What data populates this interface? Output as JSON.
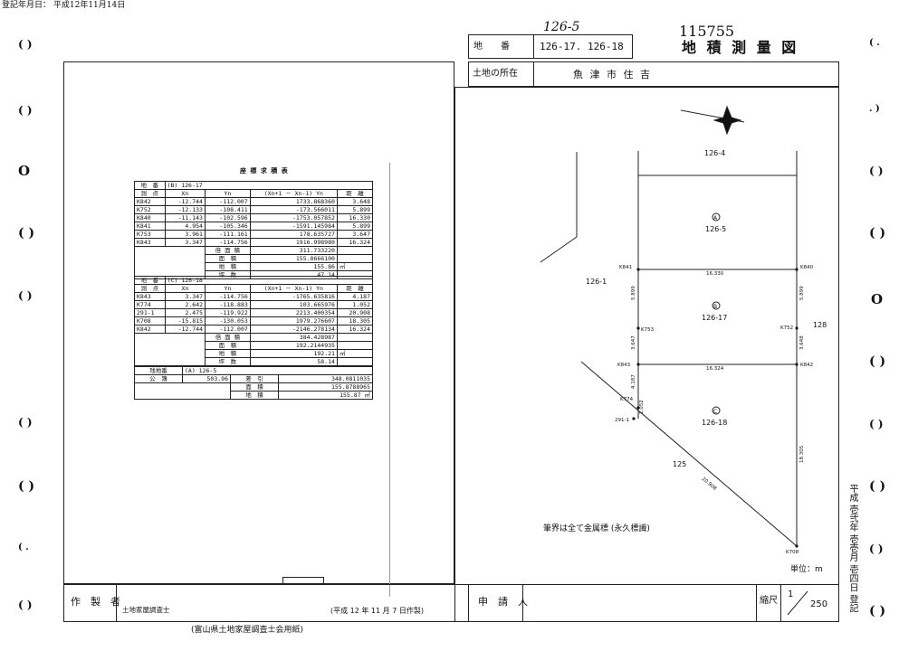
{
  "header": {
    "registration_date": "登記年月日： 平成12年11月14日",
    "handwritten_lot": "126-5",
    "doc_number": "115755",
    "doc_title": "地 積 測 量 図"
  },
  "title_block": {
    "lot_label": "地　　番",
    "lot_value": "126-17. 126-18",
    "location_label": "土地の所在",
    "location_value": "魚 津 市 住 吉"
  },
  "table_caption": "座 標 求 積 表",
  "table_a": {
    "parcel_label": "地　番",
    "parcel_marker": "B",
    "parcel_value": "126-17",
    "headers": [
      "測　点",
      "Xn",
      "Yn",
      "(Xn+1 － Xn-1) Yn",
      "距　離"
    ],
    "rows": [
      [
        "K842",
        "-12.744",
        "-112.007",
        "1733.868360",
        "3.648"
      ],
      [
        "K752",
        "-12.133",
        "-108.411",
        "-173.566011",
        "5.899"
      ],
      [
        "K840",
        "-11.143",
        "-102.596",
        "-1753.057852",
        "16.330"
      ],
      [
        "K841",
        "4.954",
        "-105.346",
        "-1591.145984",
        "5.899"
      ],
      [
        "K753",
        "3.961",
        "-111.161",
        "178.635727",
        "3.647"
      ],
      [
        "K843",
        "3.347",
        "-114.756",
        "1916.998980",
        "16.324"
      ]
    ],
    "summary": [
      [
        "倍 面 積",
        "311.733220",
        ""
      ],
      [
        "面　積",
        "155.8666100",
        ""
      ],
      [
        "地　積",
        "155.86",
        "㎡"
      ],
      [
        "坪　数",
        "47.14",
        ""
      ]
    ]
  },
  "table_b": {
    "parcel_label": "地　番",
    "parcel_marker": "C",
    "parcel_value": "126-18",
    "headers": [
      "測　点",
      "Xn",
      "Yn",
      "(Xn+1 － Xn-1) Yn",
      "距　離"
    ],
    "rows": [
      [
        "K843",
        "3.347",
        "-114.756",
        "-1765.635816",
        "4.187"
      ],
      [
        "K774",
        "2.642",
        "-118.883",
        "103.665976",
        "1.052"
      ],
      [
        "291-1",
        "2.475",
        "-119.922",
        "2213.400354",
        "20.908"
      ],
      [
        "K708",
        "-15.815",
        "-130.053",
        "1979.276607",
        "18.305"
      ],
      [
        "K842",
        "-12.744",
        "-112.007",
        "-2146.278134",
        "16.324"
      ]
    ],
    "summary": [
      [
        "倍 面 積",
        "384.428987",
        ""
      ],
      [
        "面　積",
        "192.2144935",
        ""
      ],
      [
        "地　積",
        "192.21",
        "㎡"
      ],
      [
        "坪　数",
        "58.14",
        ""
      ]
    ]
  },
  "table_c": {
    "parcel_label": "残地番",
    "parcel_marker": "A",
    "parcel_value": "126-5",
    "public_label": "公　簿",
    "public_value": "503.96",
    "rows": [
      [
        "差　引",
        "348.0811035",
        ""
      ],
      [
        "面　積",
        "155.8788965",
        ""
      ],
      [
        "地　積",
        "155.87",
        "㎡"
      ]
    ]
  },
  "drawing": {
    "neighbor_top": "126-4",
    "neighbor_left": "126-1",
    "neighbor_right": "128",
    "neighbor_bottom": "125",
    "parcel_a_marker": "A",
    "parcel_a": "126-5",
    "parcel_b_marker": "B",
    "parcel_b": "126-17",
    "parcel_c_marker": "C",
    "parcel_c": "126-18",
    "points": {
      "k841": "K841",
      "k840": "K840",
      "k753": "K753",
      "k752": "K752",
      "k843": "K843",
      "k842": "K842",
      "k774": "K774",
      "p2911": "291-1",
      "k708": "K708"
    },
    "dims": {
      "top_width": "16.330",
      "mid_width": "16.324",
      "left_upper": "5.899",
      "right_upper": "5.899",
      "left_lower": "3.647",
      "right_lower": "3.648",
      "left_c": "4.187",
      "short": "1.052",
      "diagonal": "20.908",
      "right_c": "18.305"
    },
    "note": "筆界は全て金属標 (永久標識)",
    "unit": "単位：m"
  },
  "footer": {
    "maker_label": "作　製　者",
    "maker_value": "土地家屋調査士",
    "made_date": "(平成 12 年 11 月 7 日作製)",
    "applicant_label": "申　請　人",
    "applicant_value": "",
    "scale_label": "縮尺",
    "scale_num": "1",
    "scale_den": "250",
    "paper_note": "(富山県土地家屋調査士会用紙)"
  },
  "side_stamp": "平成 壱弐年 壱壱月 壱四日 登記"
}
